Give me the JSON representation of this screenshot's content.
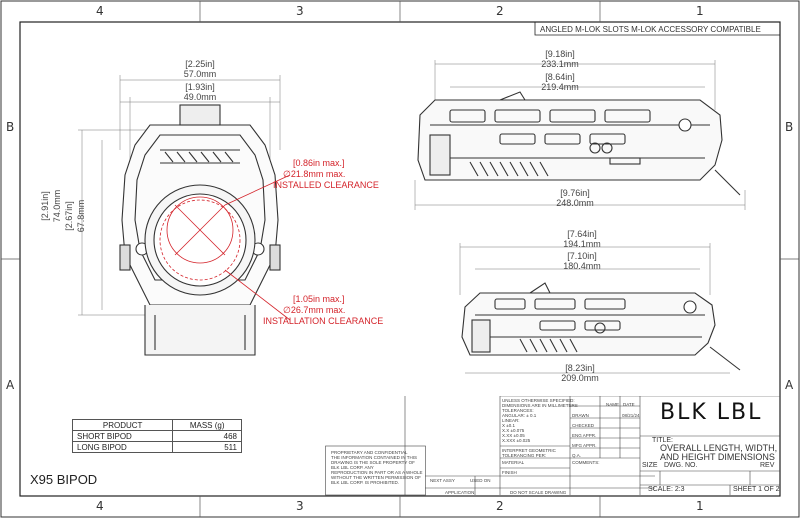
{
  "zones": {
    "top": [
      "4",
      "3",
      "2",
      "1"
    ],
    "bottom": [
      "4",
      "3",
      "2",
      "1"
    ],
    "left": [
      "B",
      "A"
    ],
    "right": [
      "B",
      "A"
    ]
  },
  "header_note": "ANGLED M-LOK SLOTS M-LOK ACCESSORY COMPATIBLE",
  "front_view": {
    "width_outer_in": "[2.25in]",
    "width_outer_mm": "57.0mm",
    "width_inner_in": "[1.93in]",
    "width_inner_mm": "49.0mm",
    "height_outer_in": "[2.91in]",
    "height_outer_mm": "74.0mm",
    "height_inner_in": "[2.67in]",
    "height_inner_mm": "67.8mm",
    "clearance_short": [
      "[0.86in max.]",
      "∅21.8mm max.",
      "INSTALLED CLEARANCE"
    ],
    "clearance_long": [
      "[1.05in max.]",
      "∅26.7mm max.",
      "INSTALLATION CLEARANCE"
    ]
  },
  "long_view": {
    "top_in": "[9.18in]",
    "top_mm": "233.1mm",
    "mid_in": "[8.64in]",
    "mid_mm": "219.4mm",
    "bottom_in": "[9.76in]",
    "bottom_mm": "248.0mm"
  },
  "short_view": {
    "top_in": "[7.64in]",
    "top_mm": "194.1mm",
    "mid_in": "[7.10in]",
    "mid_mm": "180.4mm",
    "bottom_in": "[8.23in]",
    "bottom_mm": "209.0mm"
  },
  "mass_table": {
    "headers": [
      "PRODUCT",
      "MASS (g)"
    ],
    "rows": [
      {
        "product": "SHORT BIPOD",
        "mass": "468"
      },
      {
        "product": "LONG BIPOD",
        "mass": "511"
      }
    ]
  },
  "part_name": "X95 BIPOD",
  "title_block": {
    "brand": "BLK LBL",
    "title_label": "TITLE:",
    "title_lines": [
      "OVERALL LENGTH, WIDTH,",
      "AND HEIGHT DIMENSIONS"
    ],
    "size_label": "SIZE",
    "dwg_label": "DWG. NO.",
    "rev_label": "REV",
    "scale": "SCALE: 2:3",
    "sheet": "SHEET 1 OF 2",
    "name_label": "NAME",
    "date_label": "DATE",
    "date_value": "08/21/24",
    "rows": [
      "DRAWN",
      "CHECKED",
      "ENG APPR.",
      "MFG APPR.",
      "Q.A.",
      "COMMENTS:"
    ],
    "tolerance_lines": [
      "UNLESS OTHERWISE SPECIFIED:",
      "DIMENSIONS ARE IN MILLIMETERS",
      "TOLERANCES:",
      "ANGULAR: ± 0.1",
      "LINEAR:",
      "X ±0.1",
      "X.X ±0.075",
      "X.XX ±0.05",
      "X.XXX ±0.025"
    ],
    "geometric": [
      "INTERPRET GEOMETRIC",
      "TOLERANCING PER:"
    ],
    "material": "MATERIAL",
    "finish": "FINISH",
    "next_assy": "NEXT ASSY",
    "used_on": "USED ON",
    "application": "APPLICATION",
    "no_scale": "DO NOT SCALE DRAWING",
    "proprietary_title": "PROPRIETARY AND CONFIDENTIAL",
    "proprietary_lines": [
      "THE INFORMATION CONTAINED IN THIS",
      "DRAWING IS THE SOLE PROPERTY OF",
      "BLK LBL CORP. ANY",
      "REPRODUCTION IN PART OR AS A WHOLE",
      "WITHOUT THE WRITTEN PERMISSION OF",
      "BLK LBL CORP. IS PROHIBITED."
    ]
  },
  "colors": {
    "line": "#333333",
    "red": "#d4242b",
    "border": "#222222"
  }
}
